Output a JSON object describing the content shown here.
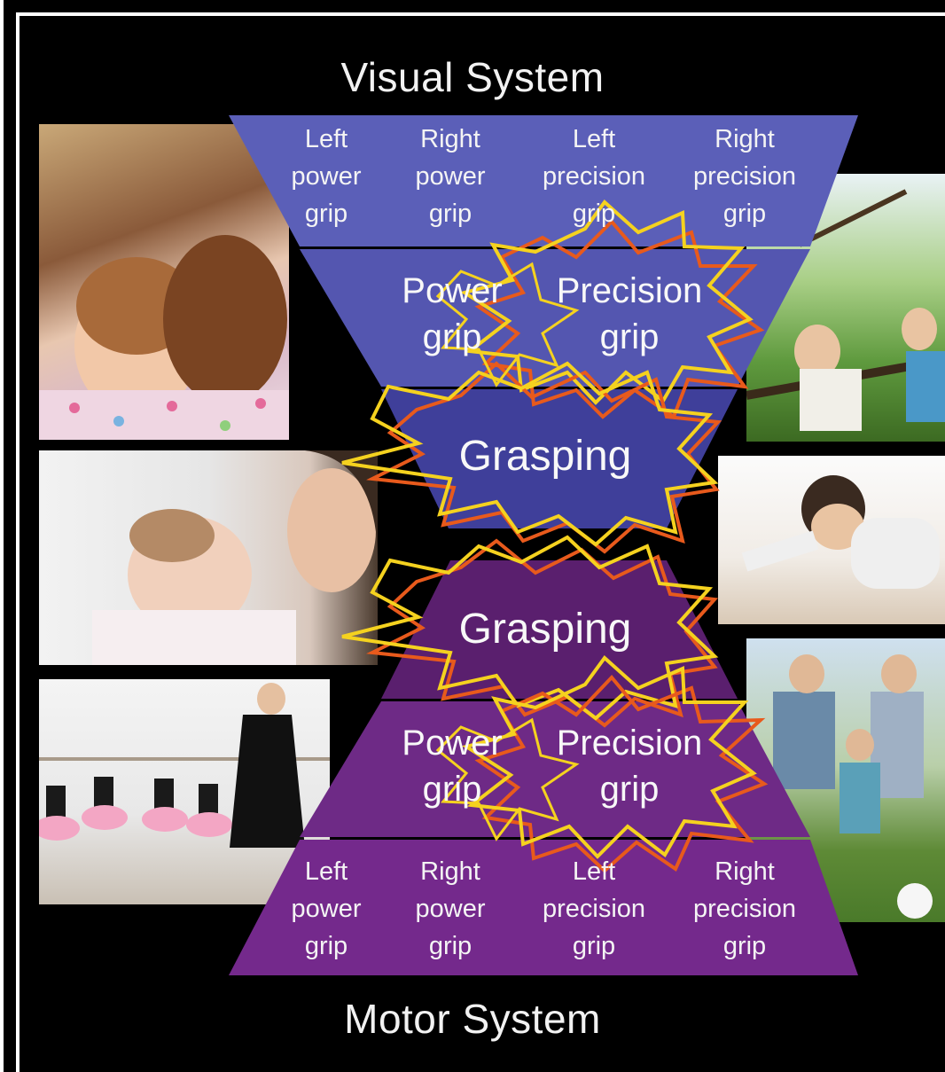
{
  "titles": {
    "top": "Visual System",
    "bottom": "Motor System"
  },
  "visual": {
    "cells": [
      "Left\npower\ngrip",
      "Right\npower\ngrip",
      "Left\nprecision\ngrip",
      "Right\nprecision\ngrip"
    ],
    "power": "Power\ngrip",
    "precision": "Precision\ngrip",
    "grasping": "Grasping"
  },
  "motor": {
    "cells": [
      "Left\npower\ngrip",
      "Right\npower\ngrip",
      "Left\nprecision\ngrip",
      "Right\nprecision\ngrip"
    ],
    "power": "Power\ngrip",
    "precision": "Precision\ngrip",
    "grasping": "Grasping"
  },
  "colors": {
    "visual_band": "#5b5fb8",
    "visual_dark": "#3f3f9a",
    "motor_band": "#6e2a86",
    "motor_dark": "#5a1f6e",
    "burst_yellow": "#f5d21f",
    "burst_orange": "#e85a1c"
  },
  "photos": [
    {
      "name": "toddlers-hugging-photo"
    },
    {
      "name": "child-climbing-tree-photo"
    },
    {
      "name": "mother-and-baby-photo"
    },
    {
      "name": "crawling-baby-photo"
    },
    {
      "name": "ballet-class-photo"
    },
    {
      "name": "family-playing-soccer-photo"
    }
  ]
}
